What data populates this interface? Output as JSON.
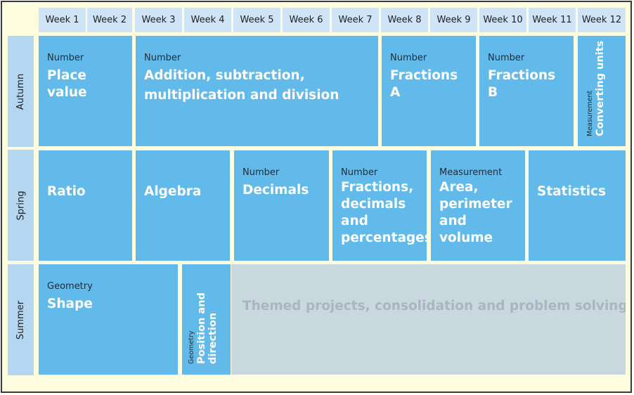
{
  "weeks": [
    "Week 1",
    "Week 2",
    "Week 3",
    "Week 4",
    "Week 5",
    "Week 6",
    "Week 7",
    "Week 8",
    "Week 9",
    "Week 10",
    "Week 11",
    "Week 12"
  ],
  "terms": {
    "autumn": "Autumn",
    "spring": "Spring",
    "summer": "Summer"
  },
  "autumn": {
    "place_value": {
      "category": "Number",
      "title": "Place value"
    },
    "four_ops": {
      "category": "Number",
      "title_line1": "Addition, subtraction,",
      "title_line2": "multiplication and division"
    },
    "fractions_a": {
      "category": "Number",
      "title": "Fractions A"
    },
    "fractions_b": {
      "category": "Number",
      "title": "Fractions B"
    },
    "converting_units": {
      "category": "Measurement",
      "title": "Converting units"
    }
  },
  "spring": {
    "ratio": {
      "title": "Ratio"
    },
    "algebra": {
      "title": "Algebra"
    },
    "decimals": {
      "category": "Number",
      "title": "Decimals"
    },
    "fdp": {
      "category": "Number",
      "title_lines": [
        "Fractions,",
        "decimals",
        "and",
        "percentages"
      ]
    },
    "area": {
      "category": "Measurement",
      "title_lines": [
        "Area,",
        "perimeter",
        "and",
        "volume"
      ]
    },
    "statistics": {
      "title": "Statistics"
    }
  },
  "summer": {
    "shape": {
      "category": "Geometry",
      "title": "Shape"
    },
    "position": {
      "category": "Geometry",
      "title_line1": "Position and",
      "title_line2": "direction"
    },
    "themed": {
      "title": "Themed projects, consolidation and problem solving"
    }
  },
  "colors": {
    "page_background": "#fffde0",
    "week_header": "#cfe4f7",
    "term_label": "#b5d6f0",
    "topic_block": "#61baea",
    "themed_block": "#c9d7df",
    "themed_text": "#a9b6bf"
  }
}
